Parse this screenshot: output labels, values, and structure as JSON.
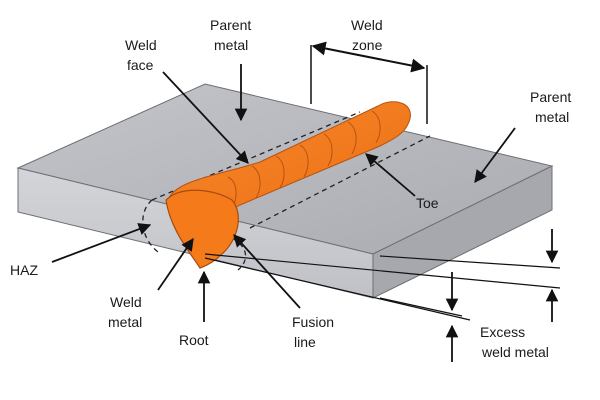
{
  "diagram": {
    "labels": {
      "parent_metal_top": [
        "Parent",
        "metal"
      ],
      "weld_face": [
        "Weld",
        "face"
      ],
      "weld_zone": [
        "Weld",
        "zone"
      ],
      "parent_metal_right": [
        "Parent",
        "metal"
      ],
      "toe": "Toe",
      "haz": "HAZ",
      "weld_metal": [
        "Weld",
        "metal"
      ],
      "root": "Root",
      "fusion_line": [
        "Fusion",
        "line"
      ],
      "excess_weld_metal": [
        "Excess",
        "weld metal"
      ]
    },
    "colors": {
      "plate_top": "#b9bbc0",
      "plate_front": "#cfd1d5",
      "plate_side": "#a6a8ad",
      "weld_fill": "#f57d1f",
      "weld_stroke": "#b85210",
      "line": "#111111"
    }
  }
}
